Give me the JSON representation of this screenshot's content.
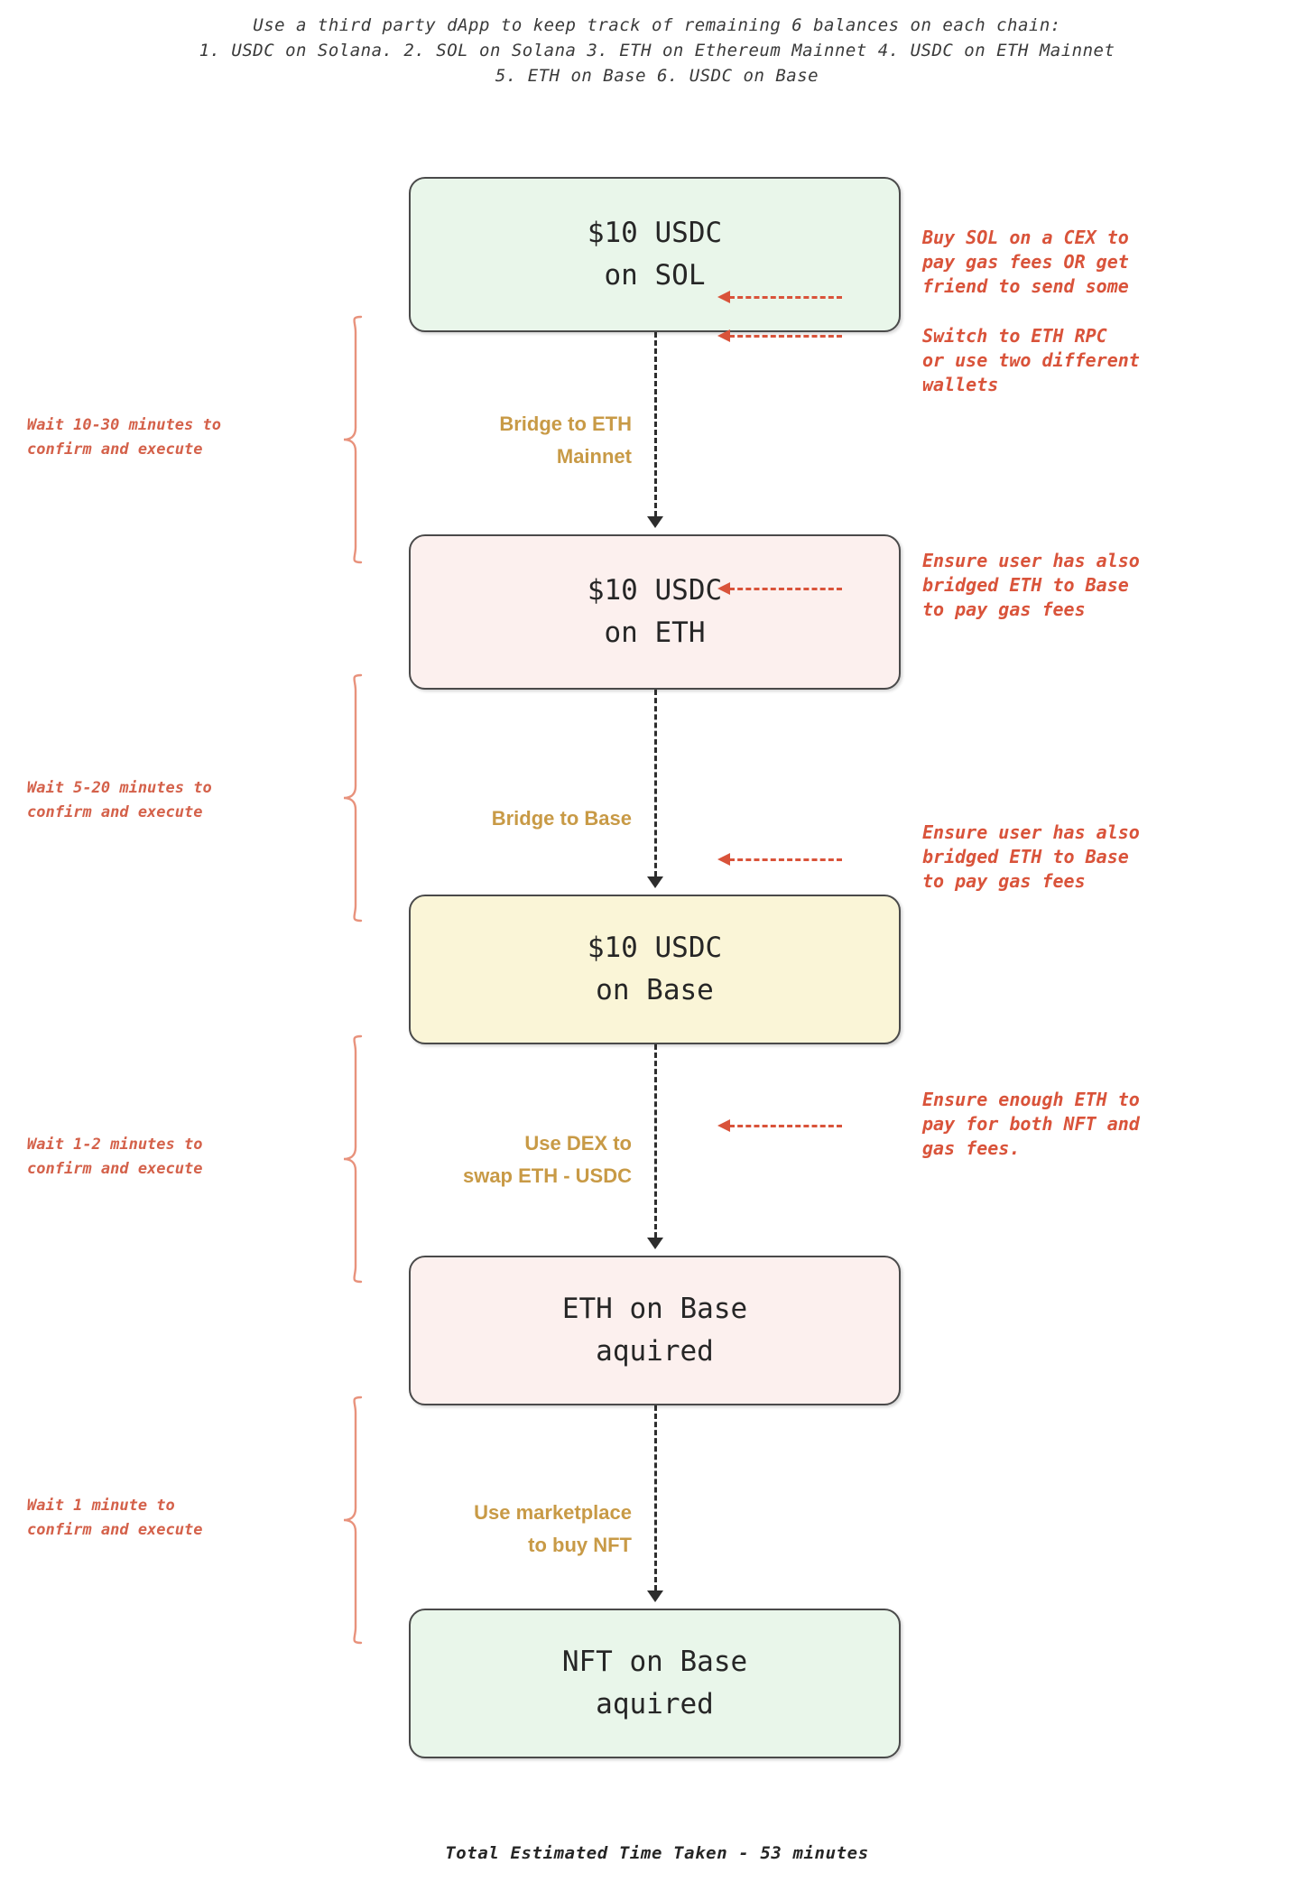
{
  "header": {
    "lines": [
      "Use a third party dApp to keep track of remaining 6 balances on each chain:",
      "1. USDC on Solana. 2. SOL on Solana 3. ETH on Ethereum Mainnet 4. USDC on ETH Mainnet",
      "5. ETH on Base 6. USDC on Base"
    ]
  },
  "footer": {
    "text": "Total Estimated Time Taken - 53 minutes"
  },
  "colors": {
    "node_green": "#e9f6ea",
    "node_pink": "#fcf0ee",
    "node_yellow": "#faf5d7",
    "node_border": "#4a4a4a",
    "step_label": "#c89a46",
    "annotation": "#d9533a",
    "wait_note": "#d4614a",
    "connector": "#2d2d2d"
  },
  "nodes": [
    {
      "id": "node-0",
      "line1": "$10 USDC",
      "line2": "on SOL",
      "fill": "green"
    },
    {
      "id": "node-1",
      "line1": "$10 USDC",
      "line2": "on ETH",
      "fill": "pink"
    },
    {
      "id": "node-2",
      "line1": "$10 USDC",
      "line2": "on Base",
      "fill": "yellow"
    },
    {
      "id": "node-3",
      "line1": "ETH on Base",
      "line2": "aquired",
      "fill": "pink"
    },
    {
      "id": "node-4",
      "line1": "NFT on Base",
      "line2": "aquired",
      "fill": "green"
    }
  ],
  "steps": [
    {
      "id": "step-0",
      "line1": "Bridge to ETH",
      "line2": "Mainnet"
    },
    {
      "id": "step-1",
      "line1": "Bridge to Base",
      "line2": ""
    },
    {
      "id": "step-2",
      "line1": "Use DEX  to",
      "line2": "swap ETH - USDC"
    },
    {
      "id": "step-3",
      "line1": "Use marketplace",
      "line2": "to buy NFT"
    }
  ],
  "wait_notes": [
    {
      "id": "wait-0",
      "line1": "Wait 10-30 minutes to",
      "line2": "confirm and execute"
    },
    {
      "id": "wait-1",
      "line1": "Wait 5-20 minutes to",
      "line2": "confirm and execute"
    },
    {
      "id": "wait-2",
      "line1": "Wait 1-2 minutes to",
      "line2": "confirm and execute"
    },
    {
      "id": "wait-3",
      "line1": "Wait 1 minute to",
      "line2": "confirm and execute"
    }
  ],
  "side_notes": [
    {
      "id": "note-0",
      "line1": "Buy SOL on a CEX to",
      "line2": "pay gas fees OR get",
      "line3": "friend to send some"
    },
    {
      "id": "note-1",
      "line1": "Switch to ETH RPC",
      "line2": "or use two different",
      "line3": "wallets"
    },
    {
      "id": "note-2",
      "line1": "Ensure user has also",
      "line2": "bridged ETH to Base",
      "line3": "to pay gas fees"
    },
    {
      "id": "note-3",
      "line1": "Ensure user has also",
      "line2": "bridged ETH to Base",
      "line3": "to pay gas fees"
    },
    {
      "id": "note-4",
      "line1": "Ensure enough ETH to",
      "line2": "pay for both NFT and",
      "line3": "gas fees."
    }
  ]
}
